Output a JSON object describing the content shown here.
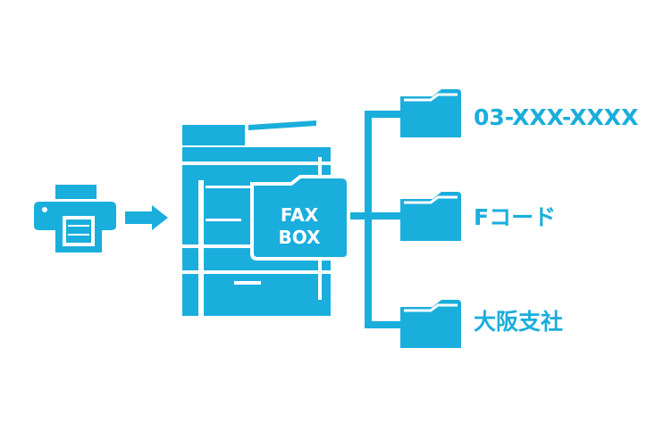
{
  "colors": {
    "accent": "#1AAEDC",
    "background": "#FFFFFF"
  },
  "fax_box": {
    "line1": "FAX",
    "line2": "BOX"
  },
  "destinations": [
    {
      "label": "03-XXX-XXXX",
      "icon": "folder-icon"
    },
    {
      "label": "Fコード",
      "icon": "folder-icon"
    },
    {
      "label": "大阪支社",
      "icon": "folder-icon"
    }
  ],
  "icons": {
    "sender": "fax-machine-icon",
    "arrow": "arrow-right-icon",
    "device": "multifunction-printer-icon",
    "box": "folder-icon"
  }
}
